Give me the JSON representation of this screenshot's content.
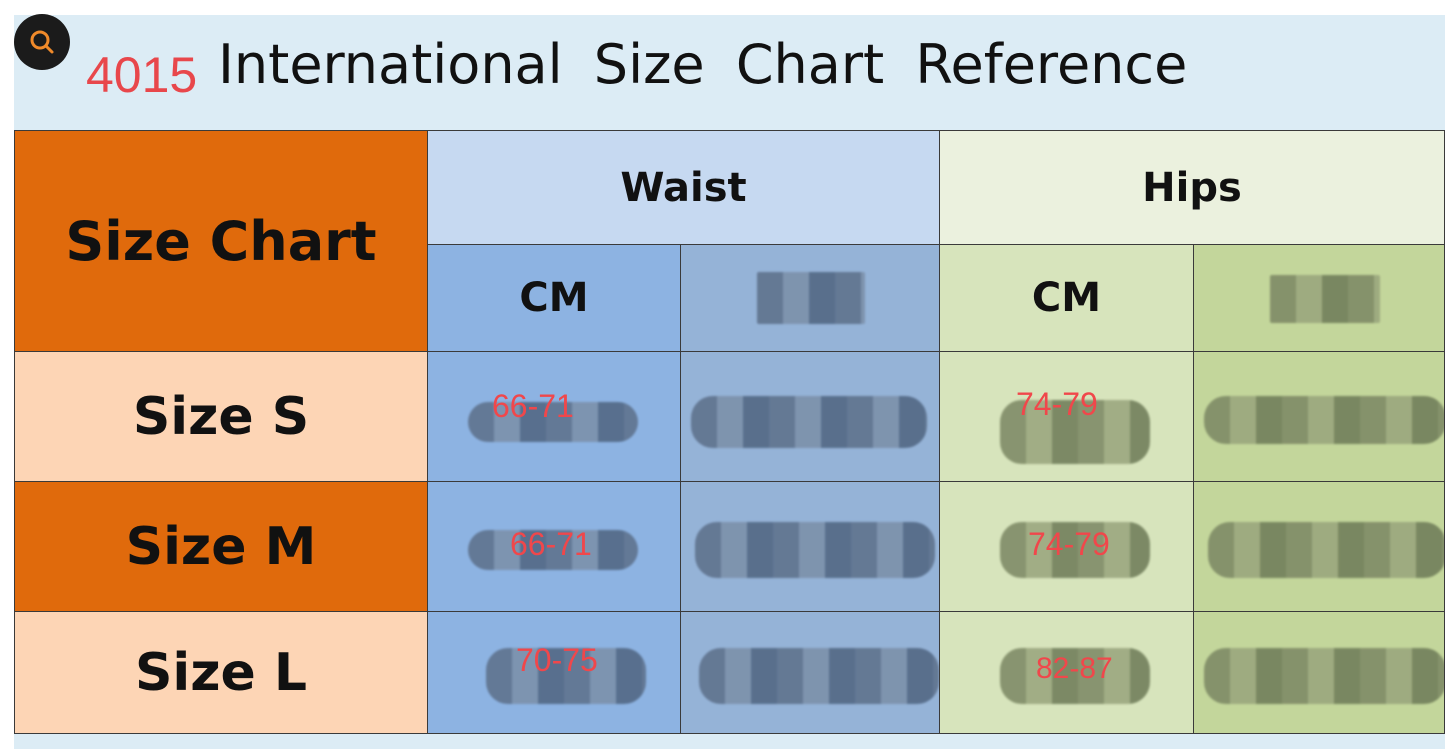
{
  "header": {
    "number": "4015",
    "title": "International Size Chart Reference"
  },
  "table": {
    "corner_label": "Size Chart",
    "groups": [
      "Waist",
      "Hips"
    ],
    "unit_label": "CM",
    "rows": [
      {
        "label": "Size S",
        "waist_cm": "66-71",
        "hips_cm": "74-79"
      },
      {
        "label": "Size M",
        "waist_cm": "66-71",
        "hips_cm": "74-79"
      },
      {
        "label": "Size L",
        "waist_cm": "70-75",
        "hips_cm": "82-87"
      }
    ]
  },
  "icons": {
    "search": "search-icon"
  },
  "colors": {
    "orange": "#e06a0c",
    "peach": "#fdd5b5",
    "value_red": "#f0474b"
  }
}
